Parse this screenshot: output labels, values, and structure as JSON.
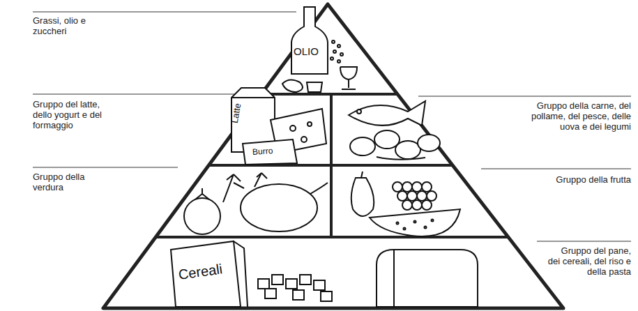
{
  "diagram": {
    "labels": [
      "Grassi, olio e zuccheri",
      "OLIO",
      "Gruppo del latte, dello yogurt e del formaggio",
      "Latte",
      "Burro",
      "Gruppo della carne, del pollame, del pesce, delle uova e dei legumi",
      "Gruppo della verdura",
      "Gruppo della frutta",
      "Cereali",
      "Gruppo del pane, dei cereali, del riso e della pasta"
    ]
  }
}
